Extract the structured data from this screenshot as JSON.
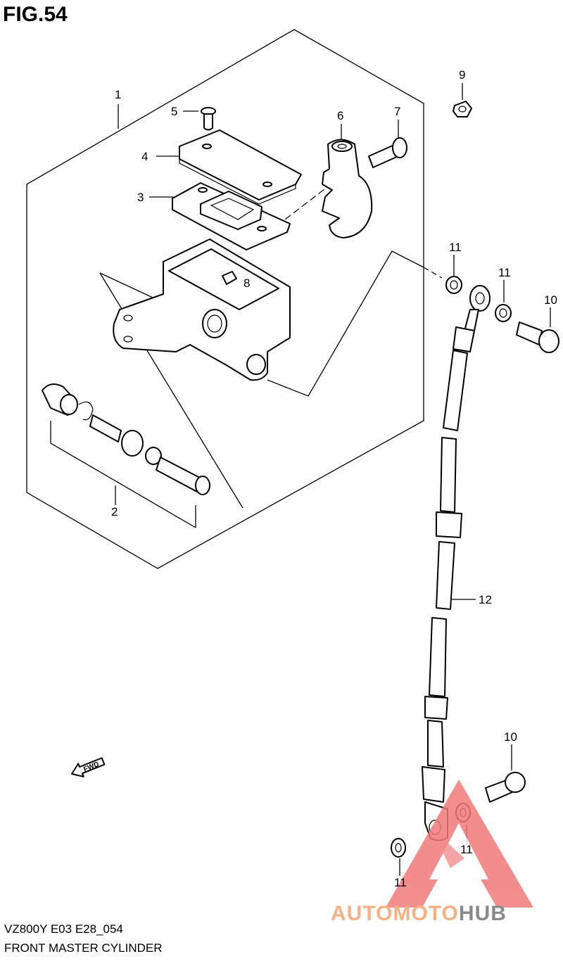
{
  "figure": {
    "title": "FIG.54"
  },
  "footer": {
    "model": "VZ800Y E03 E28_054",
    "caption": "FRONT MASTER CYLINDER"
  },
  "callouts": [
    {
      "id": "c1",
      "text": "1"
    },
    {
      "id": "c2",
      "text": "2"
    },
    {
      "id": "c3",
      "text": "3"
    },
    {
      "id": "c4",
      "text": "4"
    },
    {
      "id": "c5",
      "text": "5"
    },
    {
      "id": "c6",
      "text": "6"
    },
    {
      "id": "c7",
      "text": "7"
    },
    {
      "id": "c8",
      "text": "8"
    },
    {
      "id": "c9",
      "text": "9"
    },
    {
      "id": "c10a",
      "text": "10"
    },
    {
      "id": "c10b",
      "text": "10"
    },
    {
      "id": "c11a",
      "text": "11"
    },
    {
      "id": "c11b",
      "text": "11"
    },
    {
      "id": "c11c",
      "text": "11"
    },
    {
      "id": "c11d",
      "text": "11"
    },
    {
      "id": "c12",
      "text": "12"
    }
  ],
  "fwd_label": "FWD",
  "watermark": {
    "part1": "AUTOMOTO",
    "part2": "HUB",
    "color1": "#f5b183",
    "color2": "#8a8a8a",
    "triangle_color": "#f07a7a"
  }
}
